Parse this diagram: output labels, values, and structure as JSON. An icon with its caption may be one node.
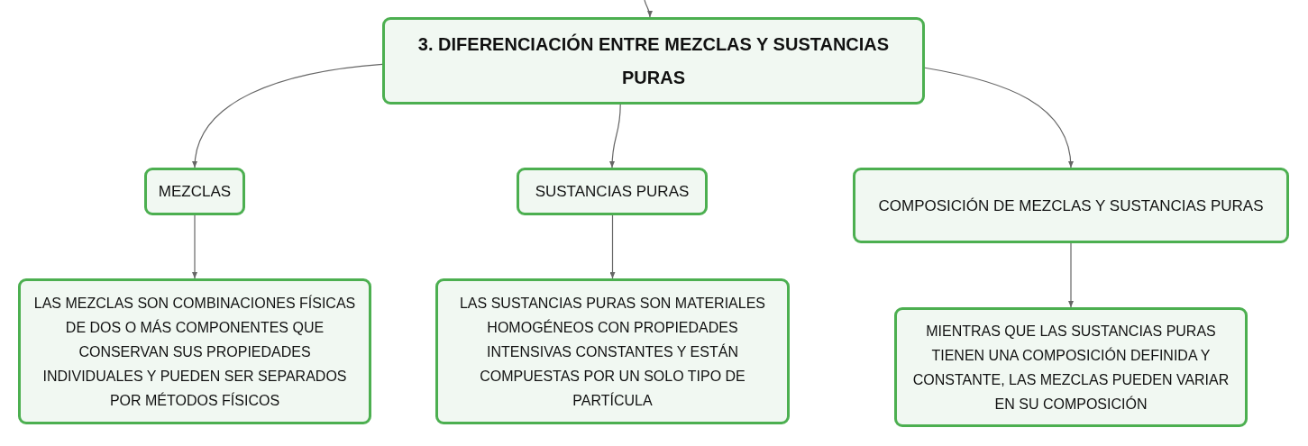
{
  "diagram": {
    "nodes": [
      {
        "text": [
          "3. DIFERENCIACIÓN ENTRE MEZCLAS Y SUSTANCIAS PURAS"
        ]
      },
      {
        "text": [
          "MEZCLAS"
        ]
      },
      {
        "text": [
          "SUSTANCIAS PURAS"
        ]
      },
      {
        "text": [
          "COMPOSICIÓN DE MEZCLAS Y SUSTANCIAS PURAS"
        ]
      },
      {
        "text": [
          "LAS MEZCLAS SON COMBINACIONES FÍSICAS DE DOS O MÁS COMPONENTES QUE CONSERVAN SUS PROPIEDADES INDIVIDUALES Y PUEDEN SER SEPARADOS POR MÉTODOS FÍSICOS"
        ]
      },
      {
        "text": [
          "LAS SUSTANCIAS PURAS SON MATERIALES HOMOGÉNEOS CON PROPIEDADES INTENSIVAS CONSTANTES Y ESTÁN COMPUESTAS POR UN SOLO TIPO DE PARTÍCULA"
        ]
      },
      {
        "text": [
          "MIENTRAS QUE LAS SUSTANCIAS PURAS TIENEN UNA COMPOSICIÓN DEFINIDA Y CONSTANTE, LAS MEZCLAS PUEDEN VARIAR EN SU COMPOSICIÓN"
        ]
      }
    ],
    "edges": [
      {
        "from": null,
        "to": 0,
        "arrow": "to"
      },
      {
        "from": 0,
        "to": 1,
        "arrow": "to"
      },
      {
        "from": 0,
        "to": 2,
        "arrow": "to"
      },
      {
        "from": 0,
        "to": 3,
        "arrow": "to"
      },
      {
        "from": 1,
        "to": 4,
        "arrow": "to"
      },
      {
        "from": 2,
        "to": 5,
        "arrow": "to"
      },
      {
        "from": 3,
        "to": 6,
        "arrow": "to"
      }
    ]
  }
}
